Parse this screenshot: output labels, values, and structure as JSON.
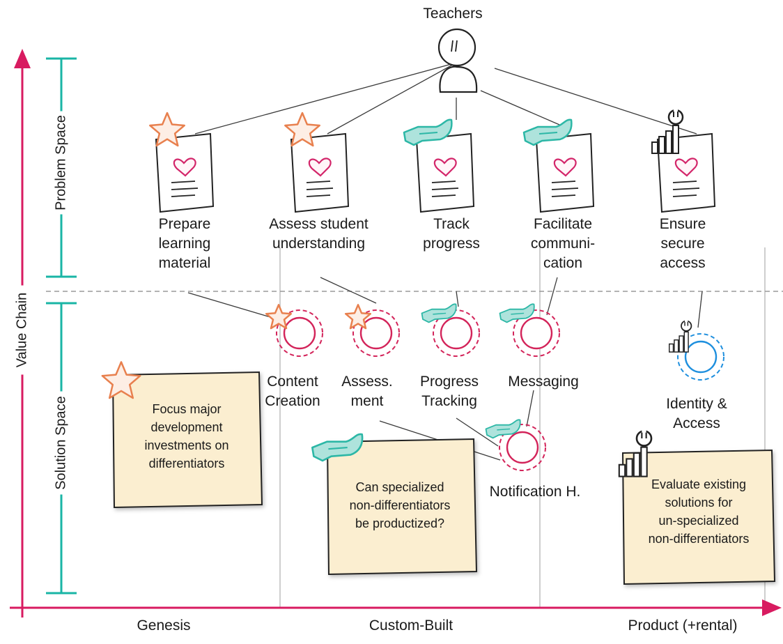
{
  "colors": {
    "axis": "#d81b60",
    "bracket": "#19b5a5",
    "star": "#e8804e",
    "hand": "#2cb7a6",
    "heart": "#d3266a",
    "component_red": "#d3245a",
    "component_blue": "#1e8fde",
    "note_fill": "#fbeed0",
    "grid": "#bdbdbd"
  },
  "actor": {
    "label": "Teachers",
    "icon": "person-icon"
  },
  "axes": {
    "y_label": "Value Chain",
    "x_labels": [
      "Genesis",
      "Custom-Built",
      "Product (+rental)"
    ]
  },
  "spaces": {
    "problem": "Problem Space",
    "solution": "Solution Space"
  },
  "needs": [
    {
      "label": "Prepare\nlearning\nmaterial",
      "badge": "star-icon"
    },
    {
      "label": "Assess student\nunderstanding",
      "badge": "star-icon"
    },
    {
      "label": "Track\nprogress",
      "badge": "hand-icon"
    },
    {
      "label": "Facilitate\ncommuni-\ncation",
      "badge": "hand-icon"
    },
    {
      "label": "Ensure\nsecure\naccess",
      "badge": "wrench-icon"
    }
  ],
  "components": [
    {
      "label": "Content\nCreation",
      "badge": "star-icon"
    },
    {
      "label": "Assess.\nment",
      "badge": "star-icon"
    },
    {
      "label": "Progress\nTracking",
      "badge": "hand-icon"
    },
    {
      "label": "Messaging",
      "badge": "hand-icon"
    },
    {
      "label": "Notification H.",
      "badge": "hand-icon"
    },
    {
      "label": "Identity &\nAccess",
      "badge": "wrench-icon"
    }
  ],
  "notes": [
    {
      "text": "Focus major\ndevelopment\ninvestments on\ndifferentiators",
      "badge": "star-icon"
    },
    {
      "text": "Can specialized\nnon-differentiators\nbe productized?",
      "badge": "hand-icon"
    },
    {
      "text": "Evaluate existing\nsolutions for\nun-specialized\nnon-differentiators",
      "badge": "wrench-icon"
    }
  ]
}
